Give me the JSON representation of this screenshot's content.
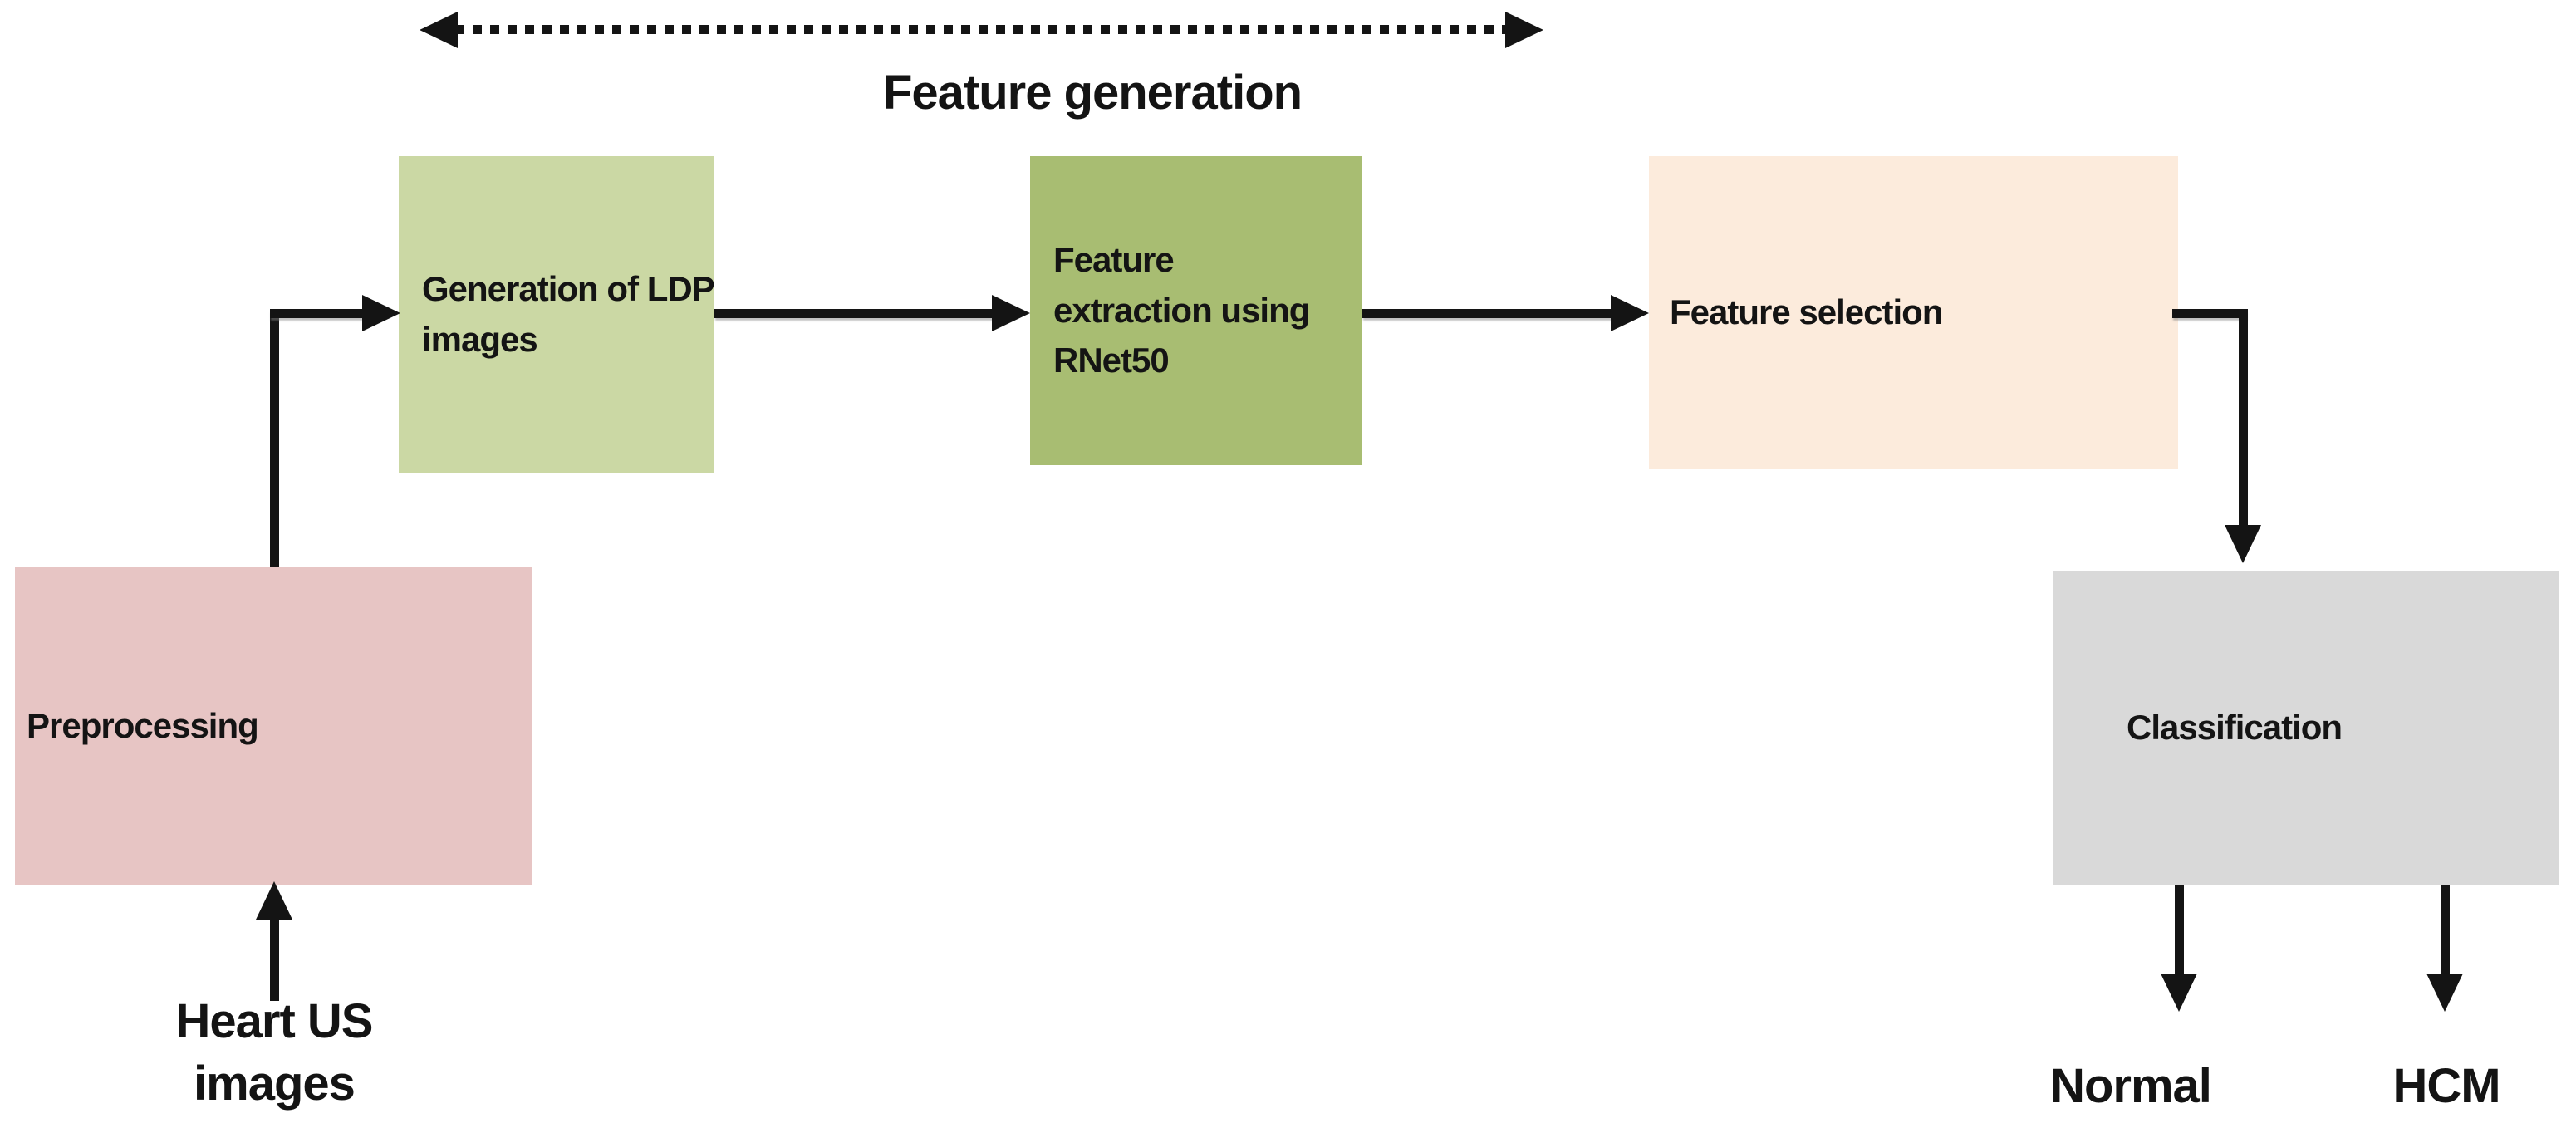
{
  "diagram": {
    "phase_label": "Feature generation",
    "nodes": {
      "generation_ldp": {
        "label": "Generation of LDP\nimages",
        "bg": "#cbd8a4"
      },
      "feature_extraction": {
        "label": "Feature\nextraction using\nRNet50",
        "bg": "#a8bd72"
      },
      "feature_selection": {
        "label": "Feature selection",
        "bg": "#fcebdc"
      },
      "preprocessing": {
        "label": "Preprocessing",
        "bg": "#e7c5c4"
      },
      "classification": {
        "label": "Classification",
        "bg": "#d9d9d9"
      }
    },
    "input_label": "Heart US\nimages",
    "outputs": {
      "normal": "Normal",
      "hcm": "HCM"
    },
    "arrow_color": "#141414",
    "background_color": "#ffffff"
  }
}
